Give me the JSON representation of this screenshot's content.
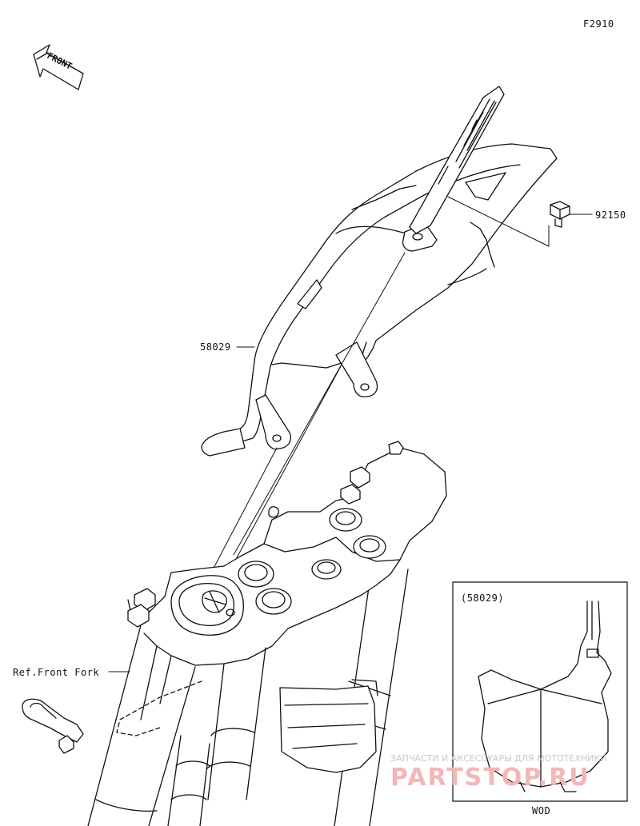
{
  "figure_code": "F2910",
  "front_label": "FRONT",
  "parts": {
    "bolt": {
      "number": "92150"
    },
    "plate": {
      "number": "58029"
    }
  },
  "reference": {
    "label": "Ref.Front Fork"
  },
  "inset": {
    "title": "(58029)",
    "footer": "WOD"
  },
  "watermark": {
    "line1": "ЗАПЧАСТИ И АКСЕССУАРЫ ДЛЯ МОТОТЕХНИКИ",
    "line2": "PARTSTOP.RU"
  }
}
